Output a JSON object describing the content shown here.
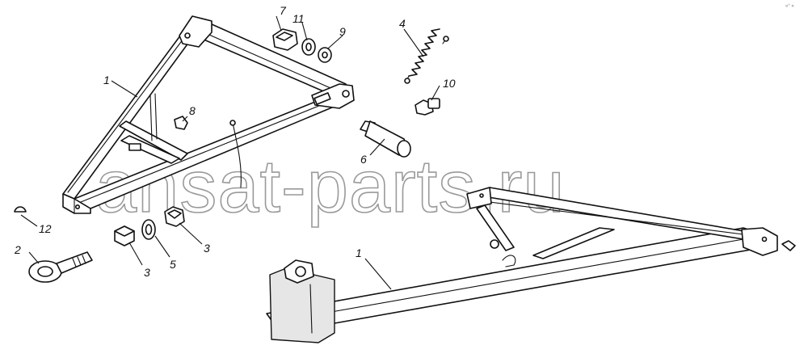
{
  "diagram": {
    "watermark": "ansat-parts.ru",
    "corner_code": "«° »",
    "labels": {
      "frame_upper": "1",
      "frame_lower": "1",
      "eyebolt": "2",
      "nut_left": "3",
      "nut_right": "3",
      "spring": "4",
      "lock_washer": "5",
      "pin": "6",
      "top_nut": "7",
      "small_part": "8",
      "flat_washer": "9",
      "plug": "10",
      "top_lock_washer": "11",
      "cotter": "12"
    }
  }
}
